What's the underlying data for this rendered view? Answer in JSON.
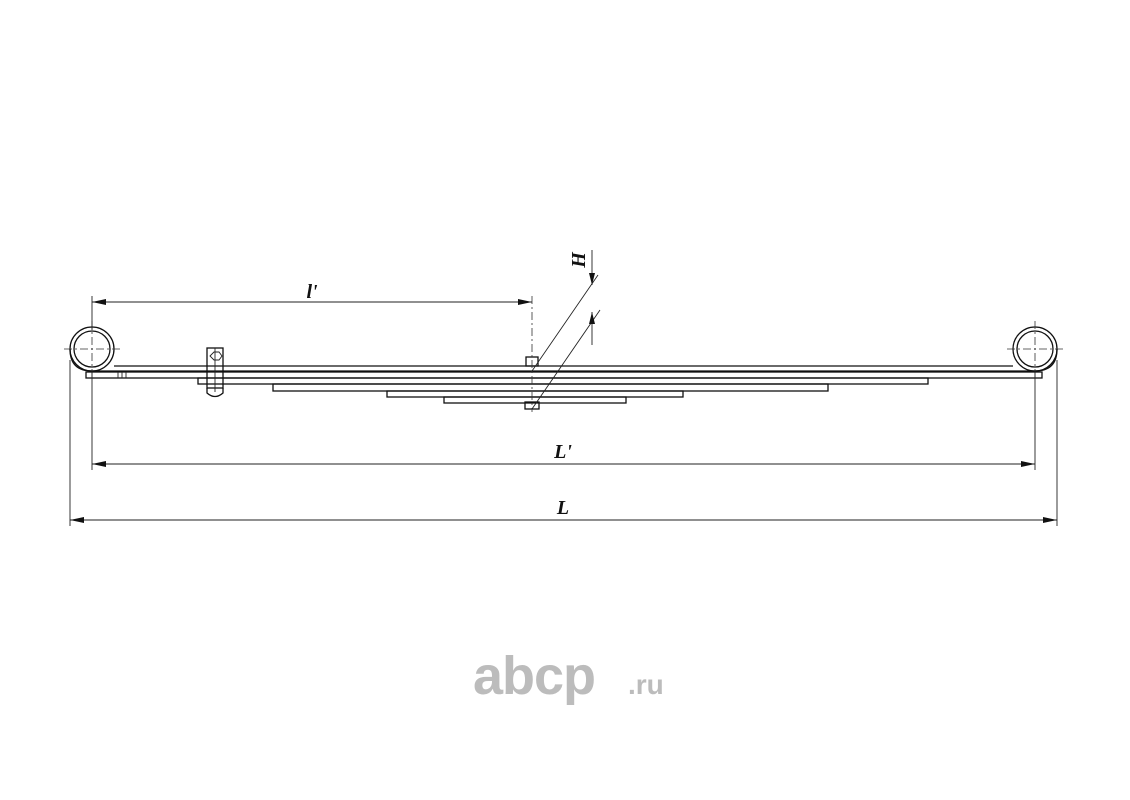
{
  "drawing": {
    "dimensions": {
      "l_prime": "l'",
      "l_total_prime": "L'",
      "l_total": "L",
      "height": "H"
    }
  },
  "watermark": {
    "brand": "abcp",
    "tld": ".ru"
  },
  "colors": {
    "line": "#111111",
    "watermark": "#bcbcbc",
    "background": "#ffffff"
  }
}
